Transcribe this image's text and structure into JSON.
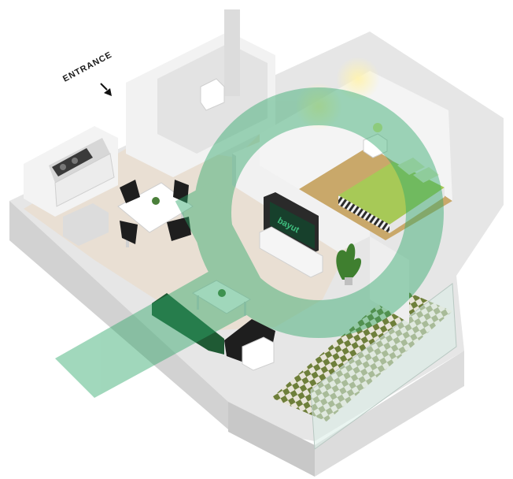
{
  "entrance": {
    "label": "ENTRANCE"
  },
  "tv_screen": {
    "brand_text": "bayut"
  },
  "watermark": {
    "name": "bayut-watermark-logo",
    "color": "#2fa86a",
    "opacity": 0.45
  },
  "colors": {
    "wall_top": "#f4f4f4",
    "wall_side": "#d9d9d9",
    "floor_tile": "#e9dfd3",
    "bedroom_floor": "#c9a86a",
    "bedding_green": "#a7c957",
    "sofa_green": "#1f5a34",
    "balcony_tile_dark": "#6e7f3a",
    "balcony_tile_light": "#e8e4d8",
    "accent_light": "#f6e7a6"
  }
}
